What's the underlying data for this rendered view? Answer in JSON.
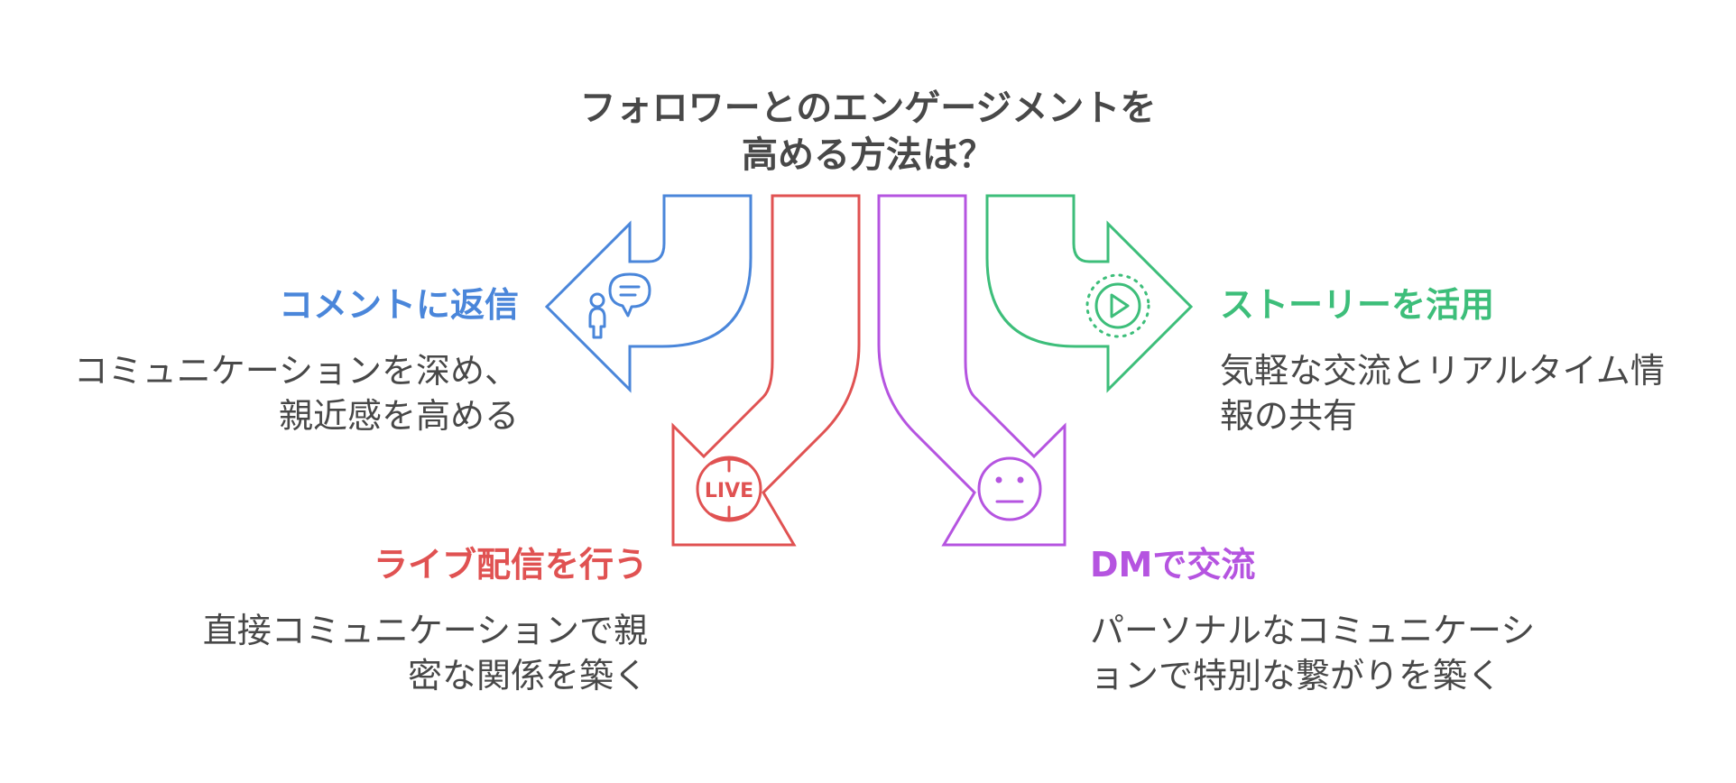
{
  "title_line1": "フォロワーとのエンゲージメントを",
  "title_line2": "高める方法は？",
  "colors": {
    "blue": "#4A86DA",
    "red": "#E05252",
    "purple": "#B554E0",
    "green": "#3DBE7A",
    "text": "#484848"
  },
  "items": [
    {
      "heading": "コメントに返信",
      "desc_line1": "コミュニケーションを深め、",
      "desc_line2": "親近感を高める",
      "icon": "chat-person-icon"
    },
    {
      "heading": "ライブ配信を行う",
      "desc_line1": "直接コミュニケーションで親",
      "desc_line2": "密な関係を築く",
      "icon": "live-globe-icon",
      "icon_text": "LIVE"
    },
    {
      "heading": "DMで交流",
      "desc_line1": "パーソナルなコミュニケーシ",
      "desc_line2": "ョンで特別な繋がりを築く",
      "icon": "neutral-face-icon"
    },
    {
      "heading": "ストーリーを活用",
      "desc_line1": "気軽な交流とリアルタイム情",
      "desc_line2": "報の共有",
      "icon": "play-circle-icon"
    }
  ]
}
